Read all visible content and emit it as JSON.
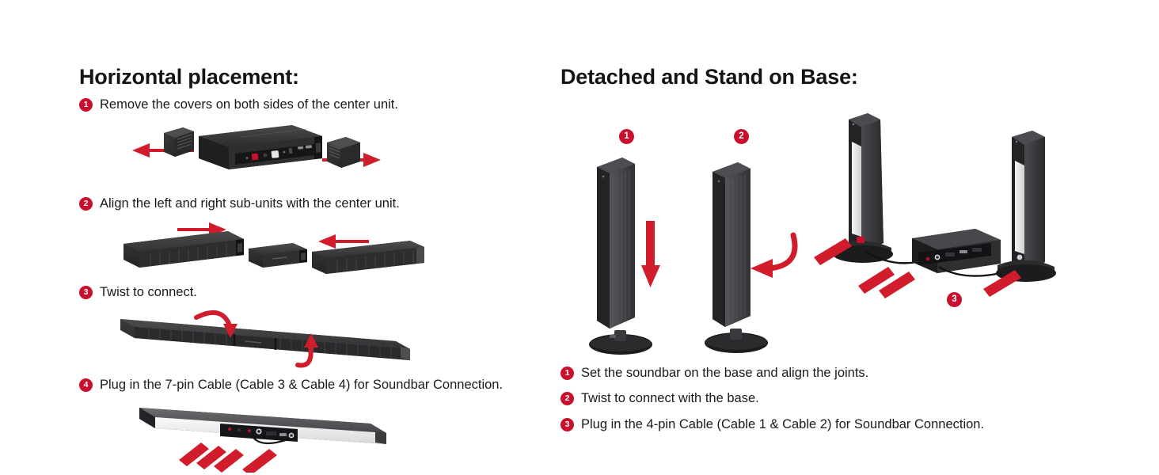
{
  "colors": {
    "badge_red": "#C8102E",
    "arrow_red": "#D01C2B",
    "text": "#1a1a1a",
    "background": "#ffffff"
  },
  "left_column": {
    "title": "Horizontal placement:",
    "steps": [
      {
        "number": "1",
        "text": "Remove the covers on both sides of the center unit."
      },
      {
        "number": "2",
        "text": "Align the left and right sub-units with the center unit."
      },
      {
        "number": "3",
        "text": "Twist to connect."
      },
      {
        "number": "4",
        "text": "Plug in the 7-pin Cable (Cable 3 & Cable 4) for Soundbar Connection."
      }
    ]
  },
  "right_column": {
    "title": "Detached and Stand on Base:",
    "figure_badges": [
      {
        "number": "1"
      },
      {
        "number": "2"
      },
      {
        "number": "3"
      }
    ],
    "steps": [
      {
        "number": "1",
        "text": "Set the soundbar on the base and align the joints."
      },
      {
        "number": "2",
        "text": "Twist to connect with the base."
      },
      {
        "number": "3",
        "text": "Plug in the 4-pin Cable (Cable 1 & Cable 2) for Soundbar Connection."
      }
    ]
  }
}
